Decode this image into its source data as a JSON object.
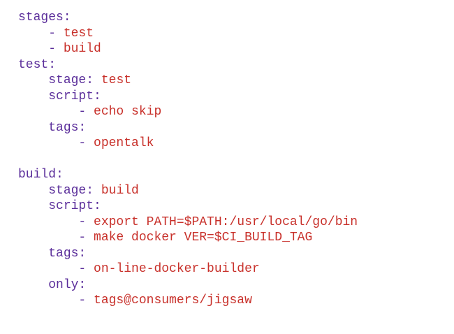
{
  "colors": {
    "key": "#5a2d9a",
    "value": "#c8302a",
    "background": "#ffffff"
  },
  "lines": [
    {
      "indent": 0,
      "key": "stages:",
      "value": ""
    },
    {
      "indent": 4,
      "key": "- ",
      "value": "test"
    },
    {
      "indent": 4,
      "key": "- ",
      "value": "build"
    },
    {
      "indent": 0,
      "key": "test:",
      "value": ""
    },
    {
      "indent": 4,
      "key": "stage: ",
      "value": "test"
    },
    {
      "indent": 4,
      "key": "script:",
      "value": ""
    },
    {
      "indent": 8,
      "key": "- ",
      "value": "echo skip"
    },
    {
      "indent": 4,
      "key": "tags:",
      "value": ""
    },
    {
      "indent": 8,
      "key": "- ",
      "value": "opentalk"
    },
    {
      "indent": 0,
      "key": "",
      "value": ""
    },
    {
      "indent": 0,
      "key": "build:",
      "value": ""
    },
    {
      "indent": 4,
      "key": "stage: ",
      "value": "build"
    },
    {
      "indent": 4,
      "key": "script:",
      "value": ""
    },
    {
      "indent": 8,
      "key": "- ",
      "value": "export PATH=$PATH:/usr/local/go/bin"
    },
    {
      "indent": 8,
      "key": "- ",
      "value": "make docker VER=$CI_BUILD_TAG"
    },
    {
      "indent": 4,
      "key": "tags:",
      "value": ""
    },
    {
      "indent": 8,
      "key": "- ",
      "value": "on-line-docker-builder"
    },
    {
      "indent": 4,
      "key": "only:",
      "value": ""
    },
    {
      "indent": 8,
      "key": "- ",
      "value": "tags@consumers/jigsaw"
    }
  ]
}
